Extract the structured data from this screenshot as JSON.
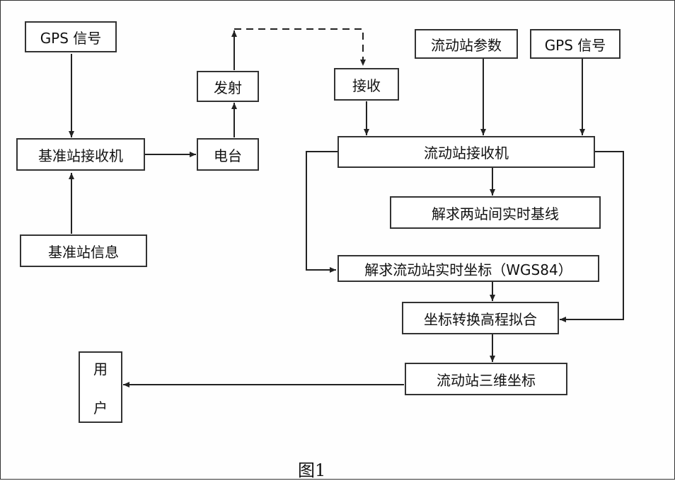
{
  "nodes": {
    "gps_signal_left": "GPS 信号",
    "base_receiver": "基准站接收机",
    "base_info": "基准站信息",
    "transmit": "发射",
    "radio": "电台",
    "receive": "接收",
    "rover_params": "流动站参数",
    "gps_signal_right": "GPS 信号",
    "rover_receiver": "流动站接收机",
    "solve_baseline": "解求两站间实时基线",
    "solve_rover_coords": "解求流动站实时坐标（WGS84）",
    "coord_transform": "坐标转换高程拟合",
    "rover_3d_coords": "流动站三维坐标",
    "user_line1": "用",
    "user_line2": "户"
  },
  "caption": "图1"
}
